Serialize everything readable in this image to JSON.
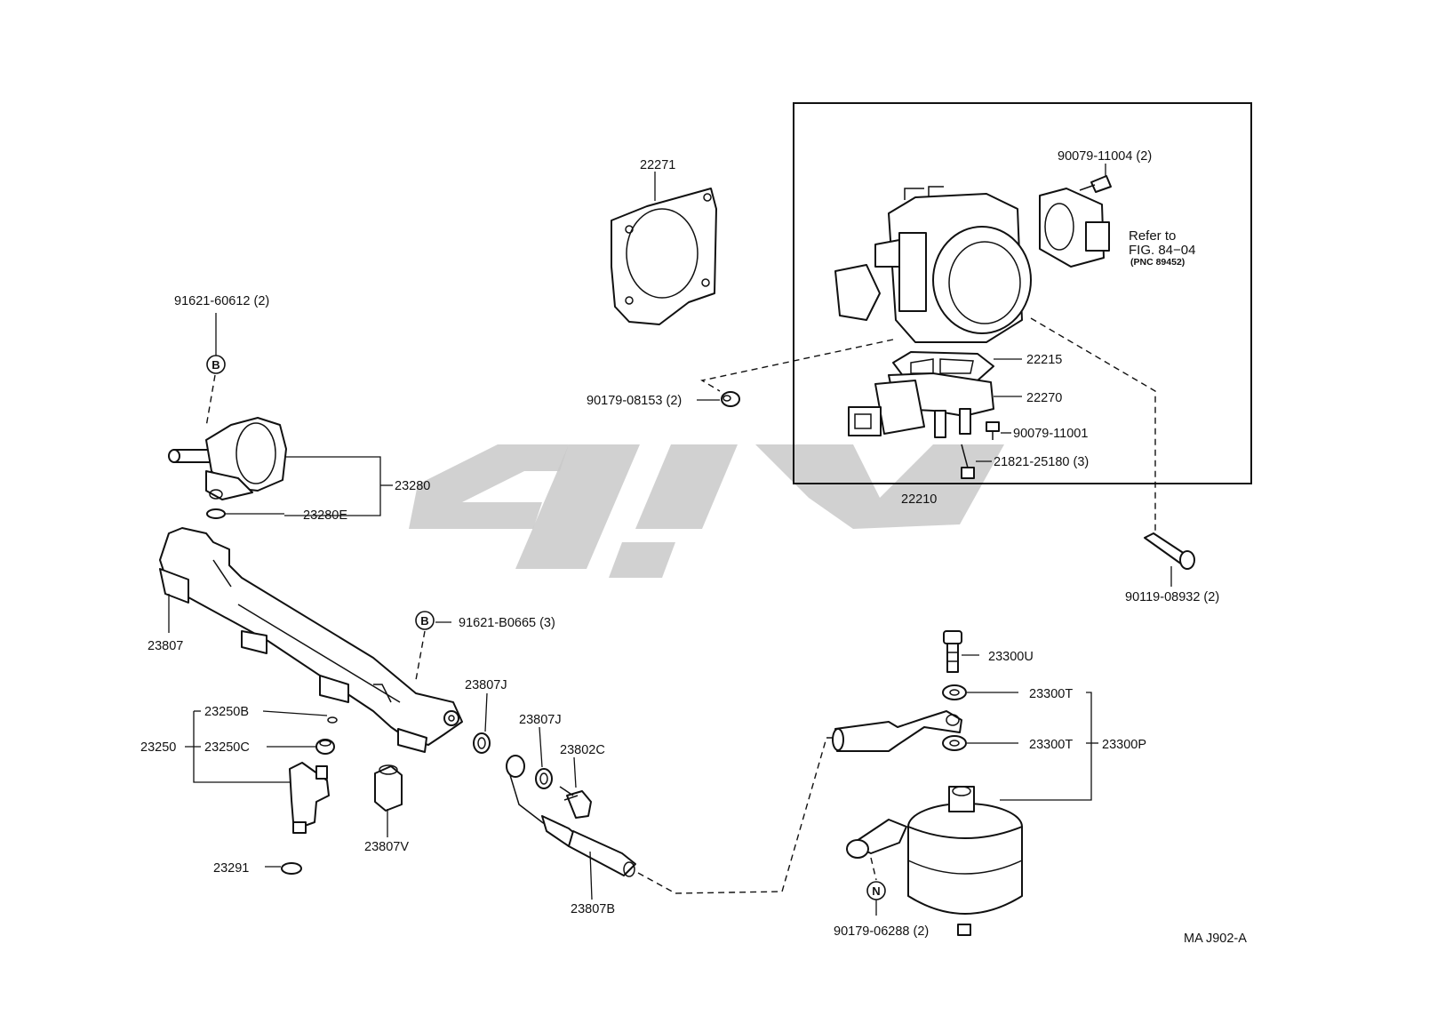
{
  "figure_code": "MA J902-A",
  "refer_note": {
    "line1": "Refer to",
    "line2": "FIG. 84−04",
    "line3": "(PNC 89452)"
  },
  "markers": {
    "b": "B",
    "n": "N"
  },
  "labels": {
    "p22271": "22271",
    "p90079_11004": "90079-11004 (2)",
    "p22215": "22215",
    "p22270": "22270",
    "p90079_11001": "90079-11001",
    "p21821_25180": "21821-25180 (3)",
    "p22210": "22210",
    "p90179_08153": "90179-08153 (2)",
    "p90119_08932": "90119-08932 (2)",
    "p91621_60612": "91621-60612 (2)",
    "p23280": "23280",
    "p23280E": "23280E",
    "p23807": "23807",
    "p91621_B0665": "91621-B0665 (3)",
    "p23807J_a": "23807J",
    "p23807J_b": "23807J",
    "p23802C": "23802C",
    "p23250B": "23250B",
    "p23250": "23250",
    "p23250C": "23250C",
    "p23807V": "23807V",
    "p23291": "23291",
    "p23807B": "23807B",
    "p23300U": "23300U",
    "p23300T_a": "23300T",
    "p23300T_b": "23300T",
    "p23300P": "23300P",
    "p90179_06288": "90179-06288 (2)"
  }
}
